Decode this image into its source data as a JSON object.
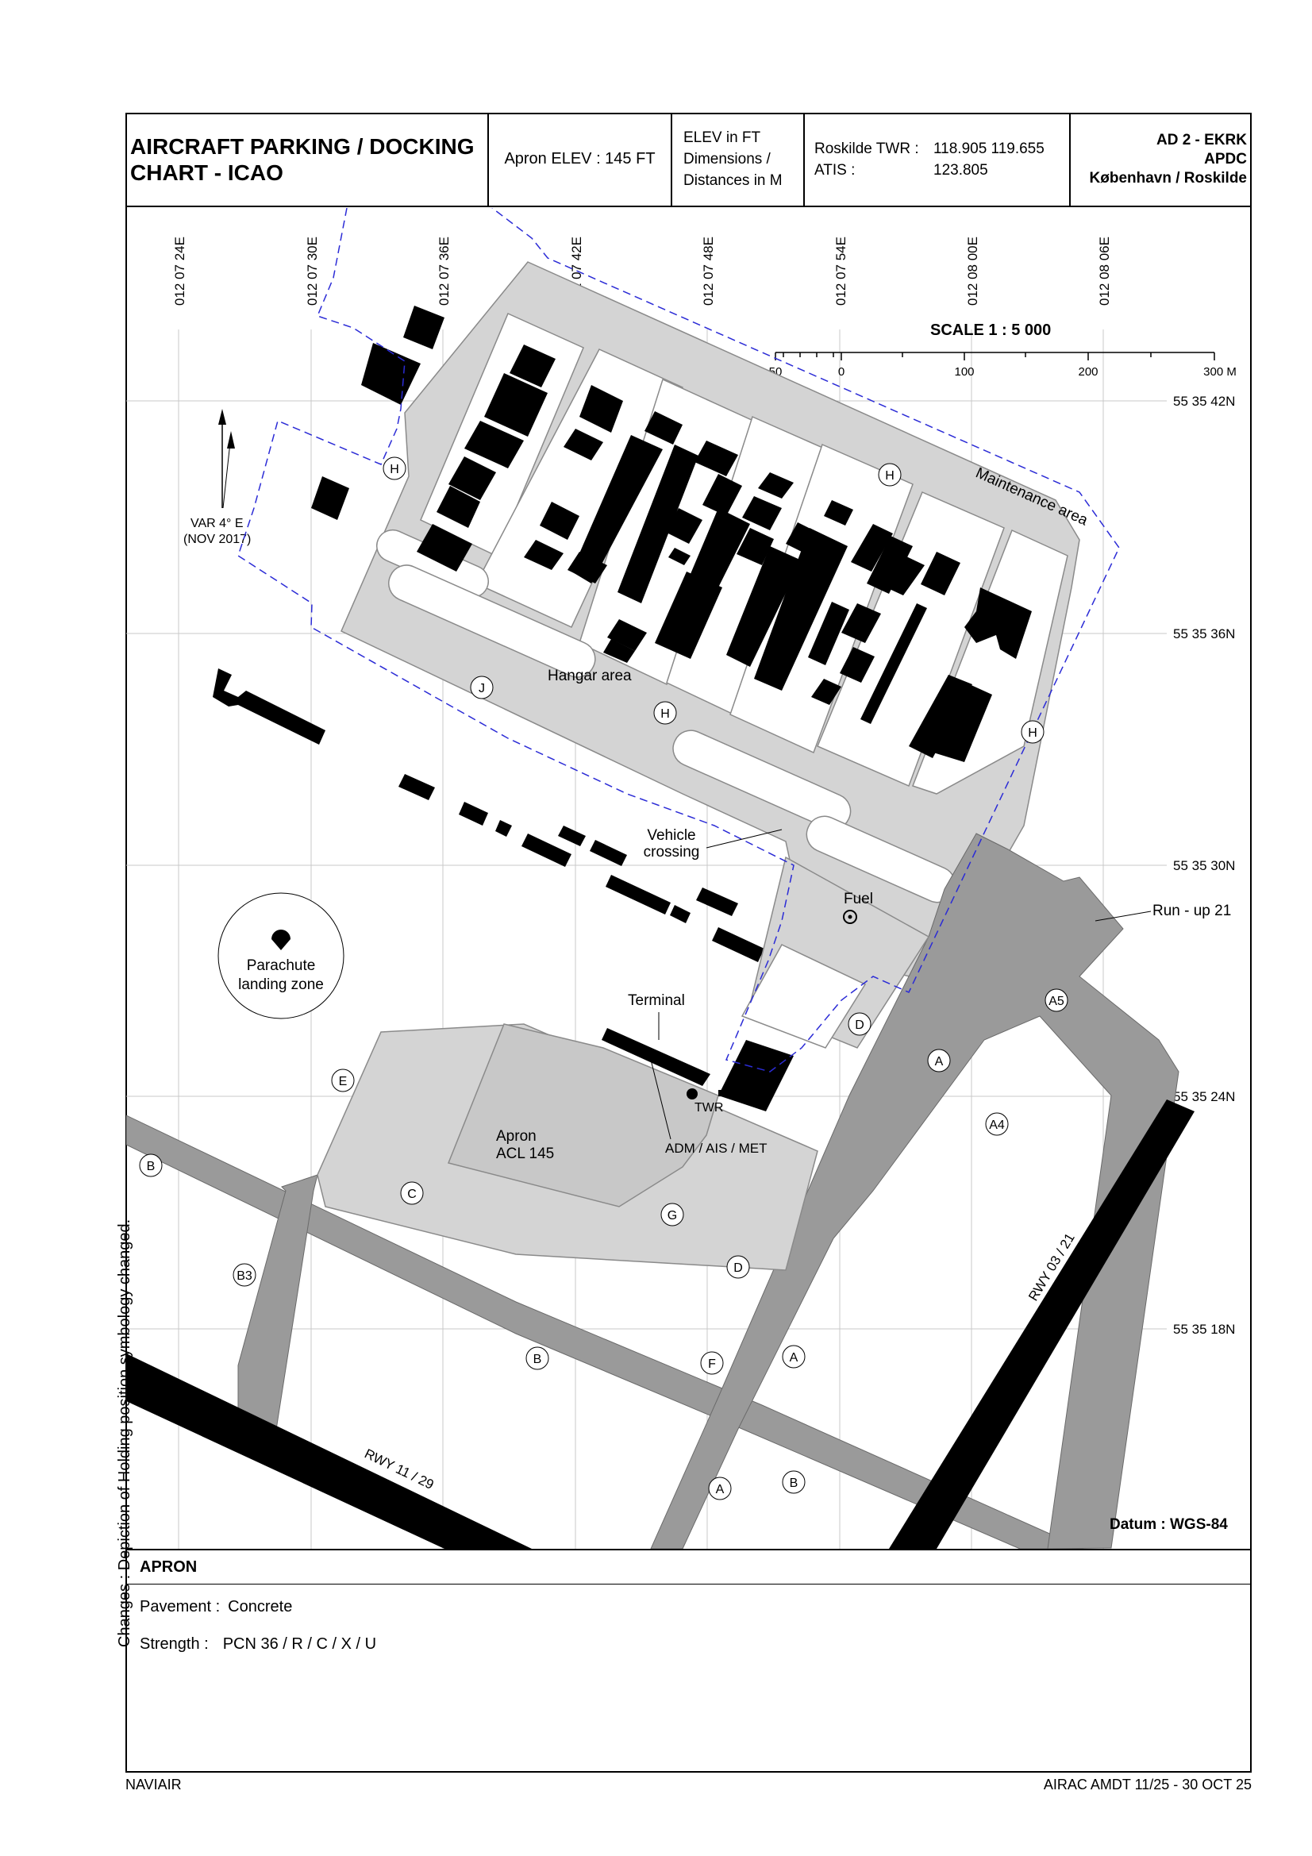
{
  "header": {
    "title_line1": "AIRCRAFT PARKING / DOCKING",
    "title_line2": "CHART - ICAO",
    "apron_elev": "Apron ELEV :  145 FT",
    "units_line1": "ELEV in FT",
    "units_line2": "Dimensions /",
    "units_line3": "Distances in M",
    "twr_label": "Roskilde TWR :",
    "twr_freq": "118.905  119.655",
    "atis_label": "ATIS :",
    "atis_freq": "123.805",
    "chart_id": "AD 2 - EKRK",
    "chart_type": "APDC",
    "location": "København / Roskilde"
  },
  "map": {
    "longitudes": [
      "012 07 24E",
      "012 07 30E",
      "012 07 36E",
      "012 07 42E",
      "012 07 48E",
      "012 07 54E",
      "012 08 00E",
      "012 08 06E"
    ],
    "latitudes": [
      "55 35 42N",
      "55 35 36N",
      "55 35 30N",
      "55 35 24N",
      "55 35 18N"
    ],
    "scale_title": "SCALE  1 : 5 000",
    "scale_ticks": [
      "50",
      "0",
      "100",
      "200",
      "300 M"
    ],
    "variation_line1": "VAR 4° E",
    "variation_line2": "(NOV 2017)",
    "labels": {
      "maintenance": "Maintenance area",
      "hangar": "Hangar area",
      "vehicle_line1": "Vehicle",
      "vehicle_line2": "crossing",
      "fuel": "Fuel",
      "runup": "Run - up 21",
      "parachute_line1": "Parachute",
      "parachute_line2": "landing zone",
      "terminal": "Terminal",
      "twr": "TWR",
      "adm": "ADM / AIS / MET",
      "apron_line1": "Apron",
      "apron_line2": "ACL 145",
      "rwy1129": "RWY 11 / 29",
      "rwy0321": "RWY 03 / 21",
      "datum": "Datum : WGS-84"
    },
    "taxiways": [
      "H",
      "H",
      "H",
      "H",
      "J",
      "D",
      "D",
      "A",
      "A5",
      "A4",
      "E",
      "C",
      "G",
      "B",
      "B3",
      "B",
      "F",
      "A",
      "A",
      "B"
    ],
    "colors": {
      "taxiway": "#9a9a9a",
      "apron": "#d4d4d4",
      "runway": "#000000",
      "boundary": "#2b2bd6"
    }
  },
  "apron": {
    "title": "APRON",
    "pavement_label": "Pavement :",
    "pavement_value": "Concrete",
    "strength_label": "Strength :",
    "strength_value": "PCN 36 / R / C / X / U"
  },
  "footer": {
    "left": "NAVIAIR",
    "right": "AIRAC AMDT 11/25 - 30 OCT 25",
    "side_note": "Changes : Depiction of Holding position symbology changed."
  }
}
